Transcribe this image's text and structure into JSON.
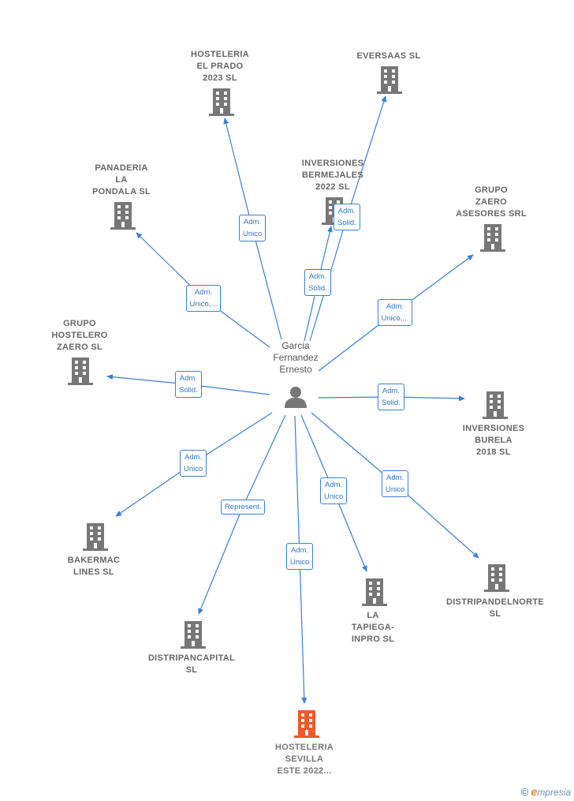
{
  "colors": {
    "edge": "#3a7fd5",
    "building": "#777777",
    "building_target": "#f05a28",
    "person": "#777777"
  },
  "center": {
    "name": "Garcia\nFernandez\nErnesto",
    "icon": "person-icon"
  },
  "nodes": [
    {
      "id": "hosteleria-el-prado",
      "name": "HOSTELERIA\nEL PRADO\n2023  SL",
      "role": "Adm.\nUnico",
      "icon": "building-icon"
    },
    {
      "id": "eversaas",
      "name": "EVERSAAS  SL",
      "role": "Adm.\nSolid.",
      "icon": "building-icon"
    },
    {
      "id": "inversiones-bermejales",
      "name": "INVERSIONES\nBERMEJALES\n2022  SL",
      "role": "Adm.\nSolid.",
      "icon": "building-icon"
    },
    {
      "id": "panaderia-la-pondala",
      "name": "PANADERIA\nLA\nPONDALA  SL",
      "role": "Adm.\nUnico,...",
      "icon": "building-icon"
    },
    {
      "id": "grupo-zaero-asesores",
      "name": "GRUPO\nZAERO\nASESORES SRL",
      "role": "Adm.\nUnico,...",
      "icon": "building-icon"
    },
    {
      "id": "grupo-hostelero-zaero",
      "name": "GRUPO\nHOSTELERO\nZAERO  SL",
      "role": "Adm.\nSolid.",
      "icon": "building-icon"
    },
    {
      "id": "inversiones-burela",
      "name": "INVERSIONES\nBURELA\n2018  SL",
      "role": "Adm.\nSolid.",
      "icon": "building-icon"
    },
    {
      "id": "bakermac-lines",
      "name": "BAKERMAC\nLINES  SL",
      "role": "Adm.\nUnico",
      "icon": "building-icon"
    },
    {
      "id": "distripandelnorte",
      "name": "DISTRIPANDELNORTE\nSL",
      "role": "Adm.\nUnico",
      "icon": "building-icon"
    },
    {
      "id": "la-tapiega-inpro",
      "name": "LA\nTAPIEGA-\nINPRO SL",
      "role": "Adm.\nUnico",
      "icon": "building-icon"
    },
    {
      "id": "distripancapital",
      "name": "DISTRIPANCAPITAL\nSL",
      "role": "Represent.",
      "icon": "building-icon"
    },
    {
      "id": "hosteleria-sevilla-este",
      "name": "HOSTELERIA\nSEVILLA\nESTE 2022...",
      "role": "Adm.\nUnico",
      "icon": "building-icon",
      "target": true
    }
  ],
  "brand": {
    "copyright": "©",
    "initial": "e",
    "name": "mpresia"
  }
}
